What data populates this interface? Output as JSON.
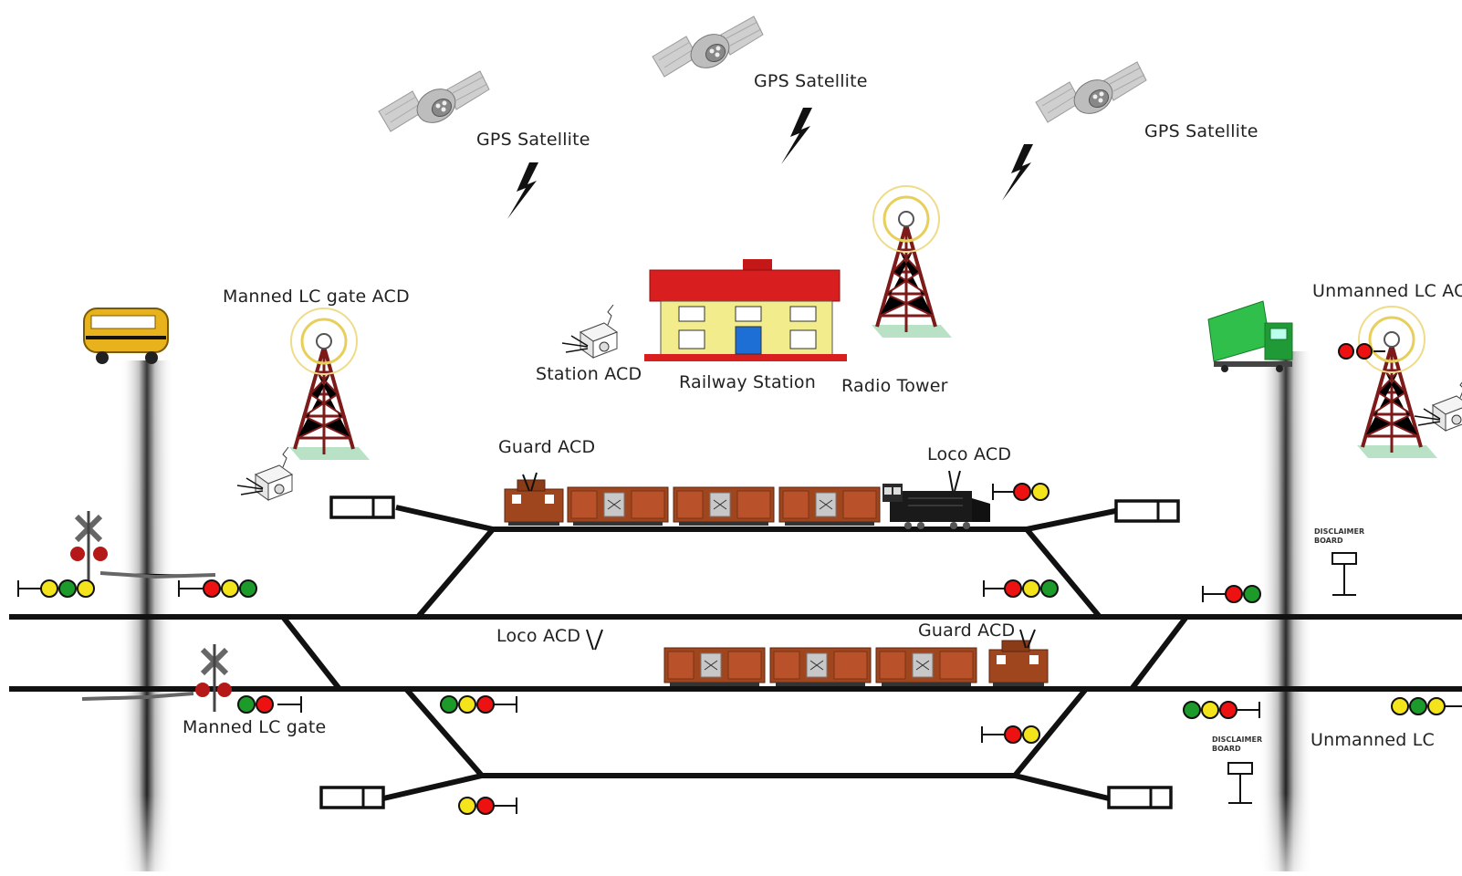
{
  "labels": {
    "sat_left": "GPS Satellite",
    "sat_center": "GPS Satellite",
    "sat_right": "GPS Satellite",
    "manned_gate_acd": "Manned LC gate ACD",
    "station_acd": "Station ACD",
    "railway_station": "Railway Station",
    "radio_tower": "Radio Tower",
    "unmanned_acd": "Unmanned LC ACD",
    "guard_acd_top": "Guard ACD",
    "loco_acd_top": "Loco ACD",
    "loco_acd_bottom": "Loco ACD",
    "guard_acd_bottom": "Guard ACD",
    "manned_gate": "Manned LC gate",
    "unmanned_lc": "Unmanned LC",
    "disclaimer_top": "DISCLAIMER\nBOARD",
    "disclaimer_bottom": "DISCLAIMER\nBOARD"
  },
  "icons": {
    "satellite": "satellite-icon",
    "signal": "lightning-signal-icon",
    "tower": "radio-tower-icon",
    "station": "railway-station-icon",
    "acd": "acd-device-icon",
    "bus": "school-bus-icon",
    "truck": "truck-icon",
    "locomotive": "locomotive-icon",
    "wagon": "wagon-icon",
    "caboose": "guard-van-icon",
    "signal_light": "signal-post-icon",
    "crossing": "crossing-gate-icon"
  },
  "colors": {
    "track": "#111111",
    "wagon": "#a0461f",
    "loco": "#1a1a1a",
    "tower": "#8b1f1f",
    "station_wall": "#f2ec8c",
    "station_roof": "#d81e1e",
    "truck": "#2fbf4a",
    "bus": "#e8b21c",
    "signal_red": "#e11",
    "signal_yellow": "#f4e41c",
    "signal_green": "#1c9a2a",
    "ring": "#e8cf5a"
  }
}
